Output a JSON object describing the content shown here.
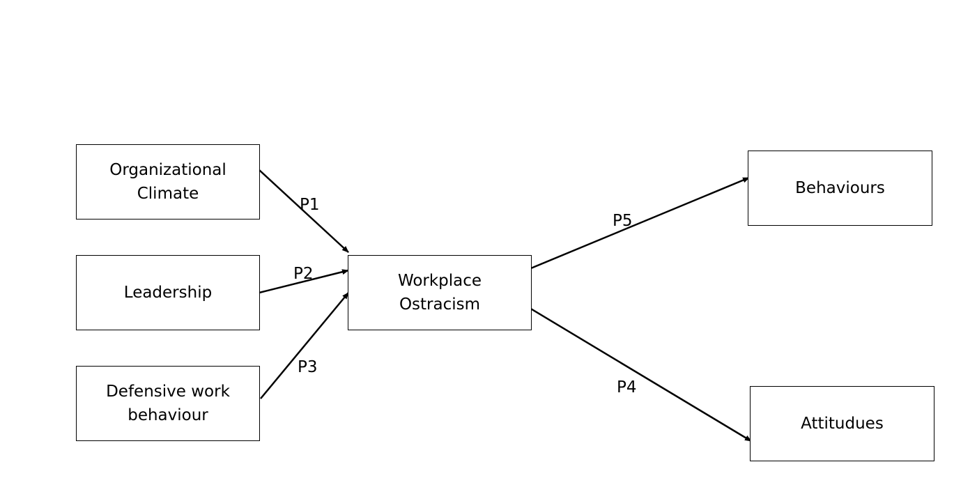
{
  "diagram": {
    "nodes": {
      "org_climate": {
        "lines": [
          "Organizational",
          "Climate"
        ]
      },
      "leadership": {
        "lines": [
          "Leadership"
        ]
      },
      "defensive": {
        "lines": [
          "Defensive work",
          "behaviour"
        ]
      },
      "ostracism": {
        "lines": [
          "Workplace",
          "Ostracism"
        ]
      },
      "behaviours": {
        "lines": [
          "Behaviours"
        ]
      },
      "attitudes": {
        "lines": [
          "Attitudues"
        ]
      }
    },
    "edges": {
      "p1": {
        "from": "org_climate",
        "to": "ostracism",
        "label": "P1"
      },
      "p2": {
        "from": "leadership",
        "to": "ostracism",
        "label": "P2"
      },
      "p3": {
        "from": "defensive",
        "to": "ostracism",
        "label": "P3"
      },
      "p5": {
        "from": "ostracism",
        "to": "behaviours",
        "label": "P5"
      },
      "p4": {
        "from": "ostracism",
        "to": "attitudes",
        "label": "P4"
      }
    },
    "colors": {
      "stroke": "#000000",
      "fill": "#ffffff",
      "text": "#000000"
    }
  }
}
